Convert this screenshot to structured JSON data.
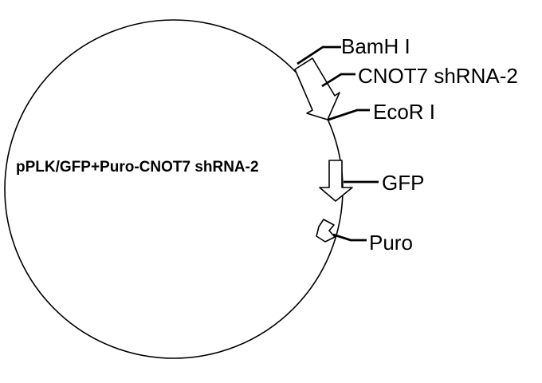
{
  "map": {
    "plasmid_name": "pPLK/GFP+Puro-CNOT7 shRNA-2",
    "colors": {
      "stroke": "#000000",
      "fill": "#ffffff",
      "background": "#ffffff"
    }
  },
  "features": [
    {
      "name": "BamH I"
    },
    {
      "name": "CNOT7 shRNA-2"
    },
    {
      "name": "EcoR I"
    },
    {
      "name": "GFP"
    },
    {
      "name": "Puro"
    }
  ]
}
